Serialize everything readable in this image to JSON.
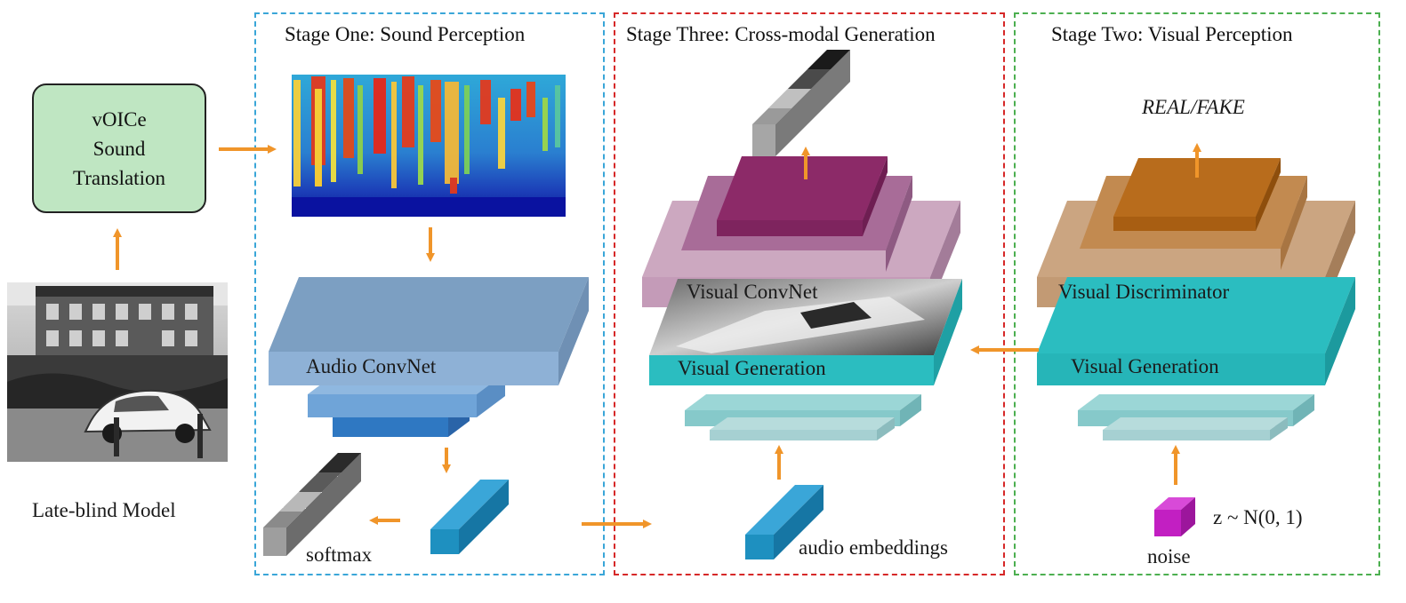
{
  "stages": {
    "one": {
      "title": "Stage One: Sound Perception",
      "border_color": "#3aa6d8"
    },
    "three": {
      "title": "Stage Three: Cross-modal Generation",
      "border_color": "#d62828"
    },
    "two": {
      "title": "Stage Two: Visual Perception",
      "border_color": "#4caf50"
    }
  },
  "voice_box": {
    "line1": "vOICe",
    "line2": "Sound",
    "line3": "Translation"
  },
  "late_blind_label": "Late-blind Model",
  "audio_convnet_label": "Audio ConvNet",
  "softmax_label": "softmax",
  "visual_convnet_label": "Visual ConvNet",
  "visual_generation_label_center": "Visual Generation",
  "visual_generation_label_right": "Visual Generation",
  "visual_discriminator_label": "Visual Discriminator",
  "audio_embeddings_label": "audio embeddings",
  "real_fake_label": "REAL/FAKE",
  "noise_label": "noise",
  "noise_dist_label": "z ~ N(0, 1)",
  "colors": {
    "arrow": "#f0952a",
    "audio_layer": "#7ea6c8",
    "teal_layer": "#2bbdc0",
    "visual_convnet": "#c9a3bd",
    "visual_convnet_top": "#8c2a68",
    "discriminator": "#c8a07a",
    "discriminator_top": "#b86c1c",
    "embedding": "#1e90c0",
    "noise": "#c21fc2"
  }
}
